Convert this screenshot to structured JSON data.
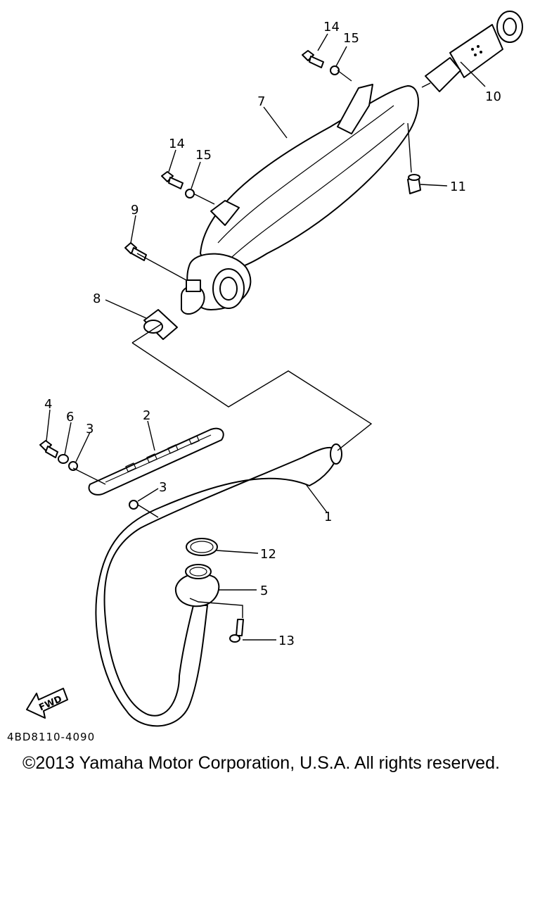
{
  "diagram": {
    "callouts": {
      "c1": "1",
      "c2": "2",
      "c3a": "3",
      "c3b": "3",
      "c4": "4",
      "c5": "5",
      "c6": "6",
      "c7": "7",
      "c8": "8",
      "c9": "9",
      "c10": "10",
      "c11": "11",
      "c12": "12",
      "c13": "13",
      "c14a": "14",
      "c14b": "14",
      "c15a": "15",
      "c15b": "15"
    },
    "fwd_label": "FWD"
  },
  "footer": {
    "diagram_code": "4BD8110-4090",
    "copyright": "©2013 Yamaha Motor Corporation, U.S.A. All rights reserved."
  }
}
